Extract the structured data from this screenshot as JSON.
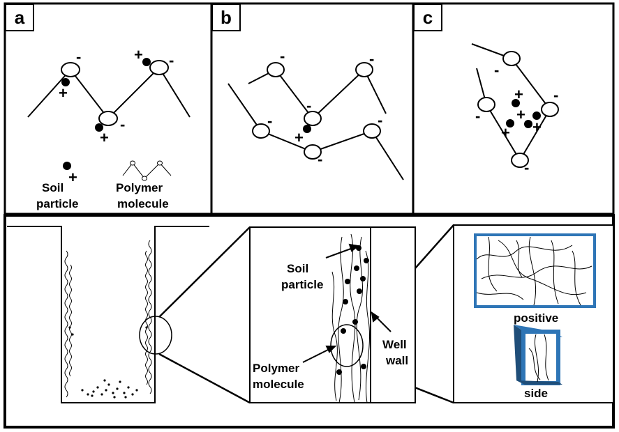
{
  "panels": {
    "a": {
      "letter": "a",
      "legend": {
        "soil_particle": [
          "Soil",
          "particle"
        ],
        "polymer_molecule": [
          "Polymer",
          "molecule"
        ]
      }
    },
    "b": {
      "letter": "b"
    },
    "c": {
      "letter": "c"
    }
  },
  "bottom": {
    "zoom_panel": {
      "soil_particle": [
        "Soil",
        "particle"
      ],
      "polymer_molecule": [
        "Polymer",
        "molecule"
      ],
      "well_wall": [
        "Well",
        "wall"
      ]
    },
    "views": {
      "positive": "positive",
      "side": "side"
    }
  },
  "signs": {
    "minus": "-",
    "plus": "+"
  },
  "colors": {
    "line": "#000000",
    "view_frame": "#2e75b6",
    "view_frame_dark": "#1f4e79"
  }
}
